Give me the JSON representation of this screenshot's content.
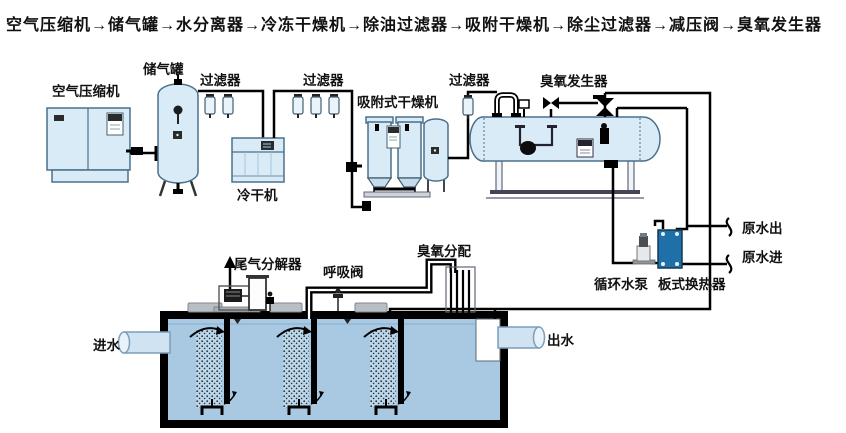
{
  "title_flow": "空气压缩机→储气罐→水分离器→冷冻干燥机→除油过滤器→吸附干燥机→除尘过滤器→减压阀→臭氧发生器",
  "labels": {
    "air_compressor": "空气压缩机",
    "air_tank": "储气罐",
    "filter": "过滤器",
    "cold_dryer": "冷干机",
    "adsorption_dryer": "吸附式干燥机",
    "ozone_generator": "臭氧发生器",
    "raw_water_out": "原水出",
    "raw_water_in": "原水进",
    "circulating_pump": "循环水泵",
    "plate_heat_exchanger": "板式换热器",
    "tail_gas_decomposer": "尾气分解器",
    "breathing_valve": "呼吸阀",
    "ozone_distribution": "臭氧分配",
    "water_in": "进水",
    "water_out": "出水"
  },
  "colors": {
    "equipment_fill": "#d9ebf7",
    "equipment_stroke": "#4a708c",
    "tank_water": "#a9c9e2",
    "stipple_base": "#bdd7ea",
    "heat_exchanger": "#1f6fa8",
    "pipe": "#000000",
    "cover_grey": "#b9bec4",
    "background": "#ffffff"
  }
}
